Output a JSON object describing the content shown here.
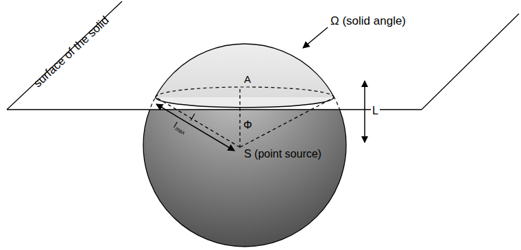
{
  "diagram": {
    "labels": [
      "surface of the solid",
      "Ω (solid angle)",
      "A",
      "Φ",
      "S (point source)",
      "l",
      "max",
      "L"
    ]
  }
}
